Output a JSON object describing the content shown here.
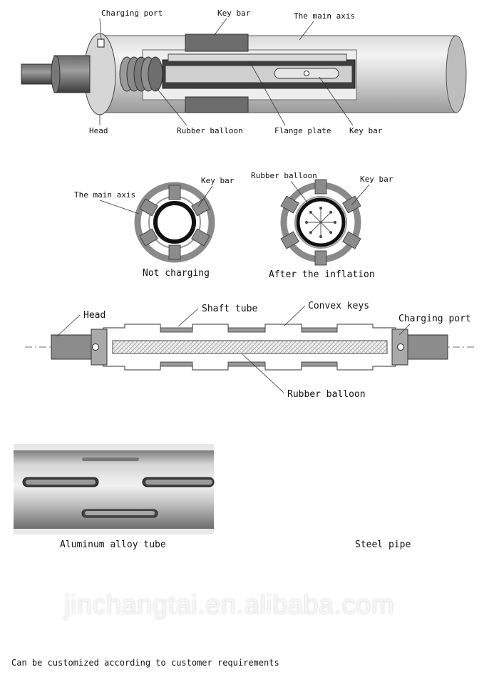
{
  "diagram1": {
    "labels": {
      "charging_port": "Charging port",
      "key_bar_top": "Key bar",
      "main_axis": "The main axis",
      "head": "Head",
      "rubber_balloon": "Rubber balloon",
      "flange_plate": "Flange plate",
      "key_bar_bottom": "Key bar"
    }
  },
  "diagram2": {
    "left": {
      "main_axis": "The main axis",
      "key_bar": "Key bar",
      "caption": "Not charging"
    },
    "right": {
      "rubber_balloon": "Rubber balloon",
      "key_bar": "Key bar",
      "caption": "After the inflation"
    }
  },
  "diagram3": {
    "labels": {
      "head": "Head",
      "shaft_tube": "Shaft tube",
      "convex_keys": "Convex keys",
      "charging_port": "Charging port",
      "rubber_balloon": "Rubber balloon"
    }
  },
  "photos": {
    "aluminum_caption": "Aluminum alloy tube",
    "steel_caption": "Steel pipe"
  },
  "watermark": "jinchangtai.en.alibaba.com",
  "footer": "Can be customized according to customer requirements"
}
